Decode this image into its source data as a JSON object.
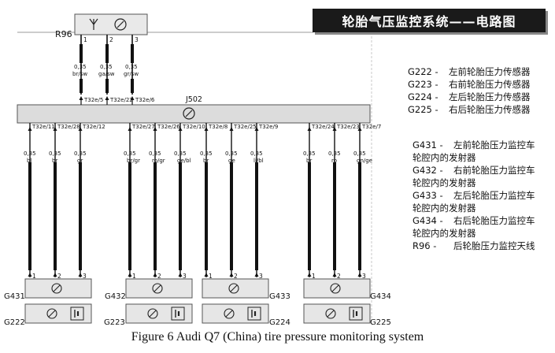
{
  "title": "轮胎气压监控系统——电路图",
  "caption": "Figure 6 Audi Q7 (China) tire pressure monitoring system",
  "r96": {
    "label": "R96",
    "pins": [
      "1",
      "2",
      "3"
    ],
    "wires": [
      {
        "gauge": "0,35",
        "color": "br/sw"
      },
      {
        "gauge": "0,35",
        "color": "ga/sw"
      },
      {
        "gauge": "0,35",
        "color": "gr/sw"
      }
    ],
    "connectors": [
      "T32e/5",
      "T32e/22",
      "T32e/6"
    ]
  },
  "j502": {
    "label": "J502"
  },
  "groups": [
    {
      "g_upper": "G431",
      "g_lower": "G222",
      "wires": [
        {
          "conn": "T32e/11",
          "gauge": "0,35",
          "color": "bl",
          "pin": "1"
        },
        {
          "conn": "T32e/28",
          "gauge": "0,35",
          "color": "br",
          "pin": "2"
        },
        {
          "conn": "T32e/12",
          "gauge": "0,35",
          "color": "gr",
          "pin": "3"
        }
      ]
    },
    {
      "g_upper": "G432",
      "g_lower": "G223",
      "wires": [
        {
          "conn": "T32e/27",
          "gauge": "0,35",
          "color": "br/gr",
          "pin": "1"
        },
        {
          "conn": "T32e/26",
          "gauge": "0,35",
          "color": "ro/gr",
          "pin": "2"
        },
        {
          "conn": "T32e/10",
          "gauge": "0,35",
          "color": "ge/bl",
          "pin": "3"
        }
      ]
    },
    {
      "g_upper": "G433",
      "g_lower": "G224",
      "wires": [
        {
          "conn": "T32e/8",
          "gauge": "0,35",
          "color": "br",
          "pin": "1"
        },
        {
          "conn": "T32e/25",
          "gauge": "0,35",
          "color": "ge",
          "pin": "2"
        },
        {
          "conn": "T32e/9",
          "gauge": "0,35",
          "color": "li/bl",
          "pin": "3"
        }
      ]
    },
    {
      "g_upper": "G434",
      "g_lower": "G225",
      "wires": [
        {
          "conn": "T32e/24",
          "gauge": "0,35",
          "color": "br",
          "pin": "1"
        },
        {
          "conn": "T32e/23",
          "gauge": "0,35",
          "color": "ro",
          "pin": "2"
        },
        {
          "conn": "T32e/7",
          "gauge": "0,35",
          "color": "gn/ge",
          "pin": "3"
        }
      ]
    }
  ],
  "legend_a": [
    {
      "code": "G222 -",
      "desc": "左前轮胎压力传感器"
    },
    {
      "code": "G223 -",
      "desc": "右前轮胎压力传感器"
    },
    {
      "code": "G224 -",
      "desc": "左后轮胎压力传感器"
    },
    {
      "code": "G225 -",
      "desc": "右后轮胎压力传感器"
    }
  ],
  "legend_b": [
    {
      "code": "G431 -",
      "desc": "左前轮胎压力监控车",
      "desc2": "轮腔内的发射器"
    },
    {
      "code": "G432 -",
      "desc": "右前轮胎压力监控车",
      "desc2": "轮腔内的发射器"
    },
    {
      "code": "G433 -",
      "desc": "左后轮胎压力监控车",
      "desc2": "轮腔内的发射器"
    },
    {
      "code": "G434 -",
      "desc": "右后轮胎压力监控车",
      "desc2": "轮腔内的发射器"
    },
    {
      "code": "R96 -",
      "desc": "后轮胎压力监控天线"
    }
  ]
}
